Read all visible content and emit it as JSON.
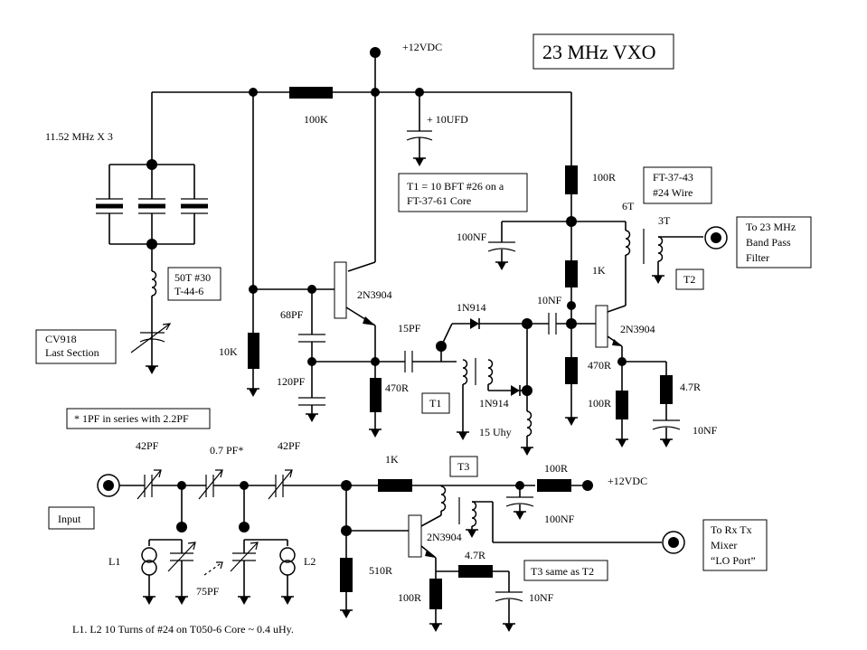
{
  "title": "23 MHz VXO",
  "labels": {
    "vcc_top": "+12VDC",
    "vcc_bottom": "+12VDC",
    "r_100k": "100K",
    "c_10ufd": "+ 10UFD",
    "crystal": "11.52 MHz X 3",
    "t1_note_1": "T1 = 10 BFT #26 on a",
    "t1_note_2": "FT-37-61 Core",
    "r_100r_top": "100R",
    "core_1": "FT-37-43",
    "core_2": "#24 Wire",
    "turns_6t": "6T",
    "turns_3t": "3T",
    "out_1": "To 23 MHz",
    "out_2": "Band Pass",
    "out_3": "Filter",
    "c_100nf_top": "100NF",
    "r_1k_top": "1K",
    "t2": "T2",
    "coil_1": "50T #30",
    "coil_2": "T-44-6",
    "q1": "2N3904",
    "c_68pf": "68PF",
    "d_1n914_a": "1N914",
    "c_10nf_mid": "10NF",
    "q2": "2N3904",
    "cv_1": "CV918",
    "cv_2": "Last Section",
    "r_10k": "10K",
    "c_15pf": "15PF",
    "r_470r_q2": "470R",
    "r_4_7r_top": "4.7R",
    "c_120pf": "120PF",
    "r_470r_q1": "470R",
    "t1": "T1",
    "d_1n914_b": "1N914",
    "r_100r_q2": "100R",
    "footnote": "* 1PF in series with 2.2PF",
    "l_15uhy": "15 Uhy",
    "c_10nf_top": "10NF",
    "c_42pf_a": "42PF",
    "c_07pf": "0.7 PF*",
    "c_42pf_b": "42PF",
    "r_1k_bot": "1K",
    "t3": "T3",
    "r_100r_bot": "100R",
    "input": "Input",
    "c_100nf_bot": "100NF",
    "mix_1": "To Rx Tx",
    "mix_2": "Mixer",
    "mix_3": "“LO Port”",
    "q3": "2N3904",
    "r_4_7r_bot": "4.7R",
    "l1": "L1",
    "l2": "L2",
    "r_510r": "510R",
    "t3_note": "T3 same as T2",
    "c_75pf": "75PF",
    "r_100r_q3": "100R",
    "c_10nf_bot": "10NF",
    "coil_note": "L1. L2 10 Turns of #24 on T050-6 Core ~ 0.4 uHy."
  }
}
